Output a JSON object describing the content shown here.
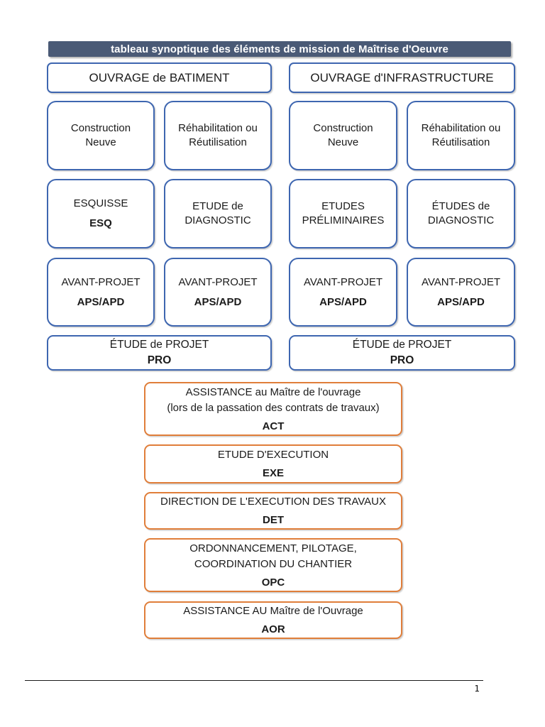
{
  "title_bar": {
    "text": "tableau synoptique des éléments de mission de Maîtrise d'Oeuvre"
  },
  "colors": {
    "title_bar_bg": "#4a5a76",
    "title_bar_text": "#ffffff",
    "blue_border": "#3e66b0",
    "orange_border": "#e07e3a",
    "text": "#1b1b1b"
  },
  "batiment": {
    "header": "OUVRAGE de BATIMENT",
    "construction": {
      "l1": "Construction",
      "l2": "Neuve"
    },
    "rehabilitation": {
      "l1": "Réhabilitation ou",
      "l2": "Réutilisation"
    },
    "esquisse": {
      "l1": "ESQUISSE",
      "code": "ESQ"
    },
    "diagnostic": {
      "l1": "ETUDE de",
      "l2": "DIAGNOSTIC"
    },
    "avant_projet_1": {
      "l1": "AVANT-PROJET",
      "code": "APS/APD"
    },
    "avant_projet_2": {
      "l1": "AVANT-PROJET",
      "code": "APS/APD"
    },
    "projet": {
      "l1": "ÉTUDE de PROJET",
      "code": "PRO"
    }
  },
  "infrastructure": {
    "header": "OUVRAGE d'INFRASTRUCTURE",
    "construction": {
      "l1": "Construction",
      "l2": "Neuve"
    },
    "rehabilitation": {
      "l1": "Réhabilitation ou",
      "l2": "Réutilisation"
    },
    "preliminaires": {
      "l1": "ETUDES",
      "l2": "PRÉLIMINAIRES"
    },
    "diagnostic": {
      "l1": "ÉTUDES de",
      "l2": "DIAGNOSTIC"
    },
    "avant_projet_1": {
      "l1": "AVANT-PROJET",
      "code": "APS/APD"
    },
    "avant_projet_2": {
      "l1": "AVANT-PROJET",
      "code": "APS/APD"
    },
    "projet": {
      "l1": "ÉTUDE de PROJET",
      "code": "PRO"
    }
  },
  "missions": {
    "act": {
      "l1": "ASSISTANCE au Maître de l'ouvrage",
      "l2": "(lors de la passation des contrats de travaux)",
      "code": "ACT"
    },
    "exe": {
      "l1": "ETUDE D'EXECUTION",
      "code": "EXE"
    },
    "det": {
      "l1": "DIRECTION DE L'EXECUTION DES TRAVAUX",
      "code": "DET"
    },
    "opc": {
      "l1": "ORDONNANCEMENT, PILOTAGE,",
      "l2": "COORDINATION DU CHANTIER",
      "code": "OPC"
    },
    "aor": {
      "l1": "ASSISTANCE AU Maître de l'Ouvrage",
      "code": "AOR"
    }
  },
  "footer": {
    "page_number": "1"
  }
}
